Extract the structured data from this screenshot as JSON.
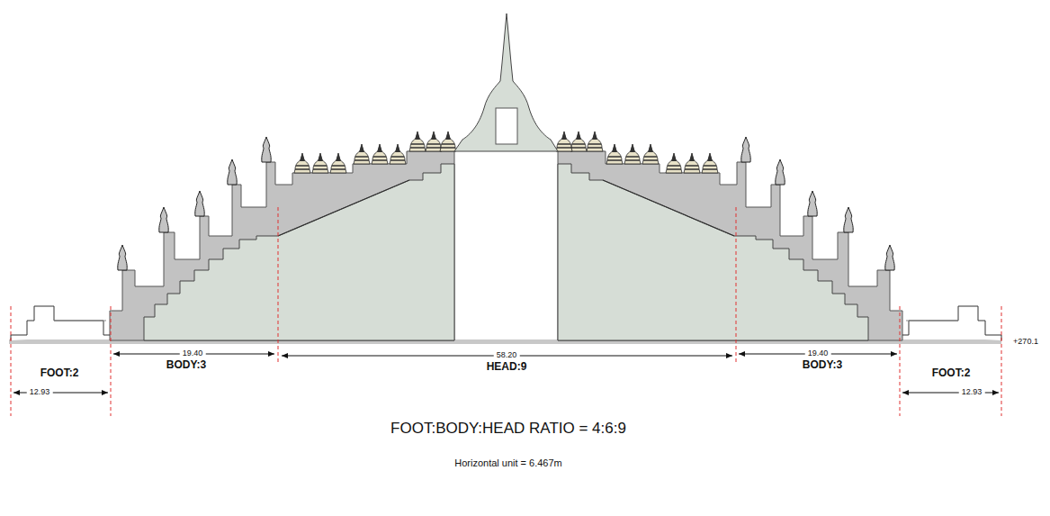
{
  "diagram": {
    "labels": [
      "+270.1",
      "19.40",
      "58.20",
      "19.40",
      "BODY:3",
      "HEAD:9",
      "BODY:3",
      "FOOT:2",
      "FOOT:2",
      "12.93",
      "12.93",
      "FOOT:BODY:HEAD RATIO = 4:6:9",
      "Horizontal unit = 6.467m"
    ]
  }
}
